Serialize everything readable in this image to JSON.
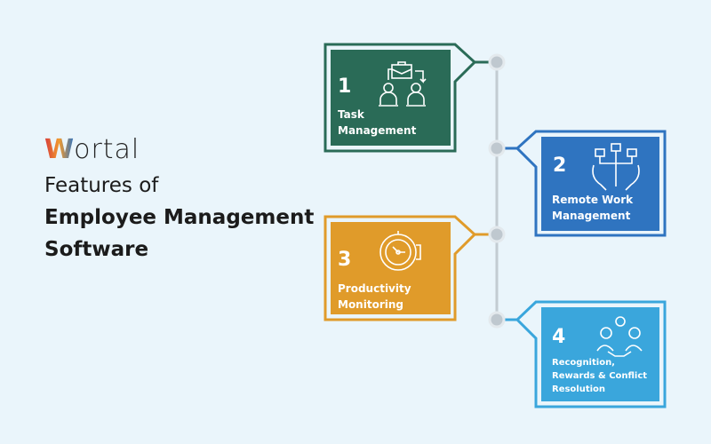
{
  "brand": {
    "logo_text": "Wortal"
  },
  "heading": {
    "line1": "Features of",
    "line2": "Employee Management",
    "line3": "Software"
  },
  "colors": {
    "background": "#eaf5fb",
    "card1": "#2a6b57",
    "card2": "#2f74c0",
    "card3": "#e09b2a",
    "card4": "#3aa6dc",
    "timeline": "#c3ccd2"
  },
  "features": [
    {
      "number": "1",
      "label_lines": [
        "Task",
        "Management"
      ],
      "icon": "task-delegation-icon"
    },
    {
      "number": "2",
      "label_lines": [
        "Remote Work",
        "Management"
      ],
      "icon": "remote-team-hands-icon"
    },
    {
      "number": "3",
      "label_lines": [
        "Productivity",
        "Monitoring"
      ],
      "icon": "clock-gear-icon"
    },
    {
      "number": "4",
      "label_lines": [
        "Recognition,",
        "Rewards & Conflict",
        "Resolution"
      ],
      "icon": "handshake-people-icon"
    }
  ]
}
